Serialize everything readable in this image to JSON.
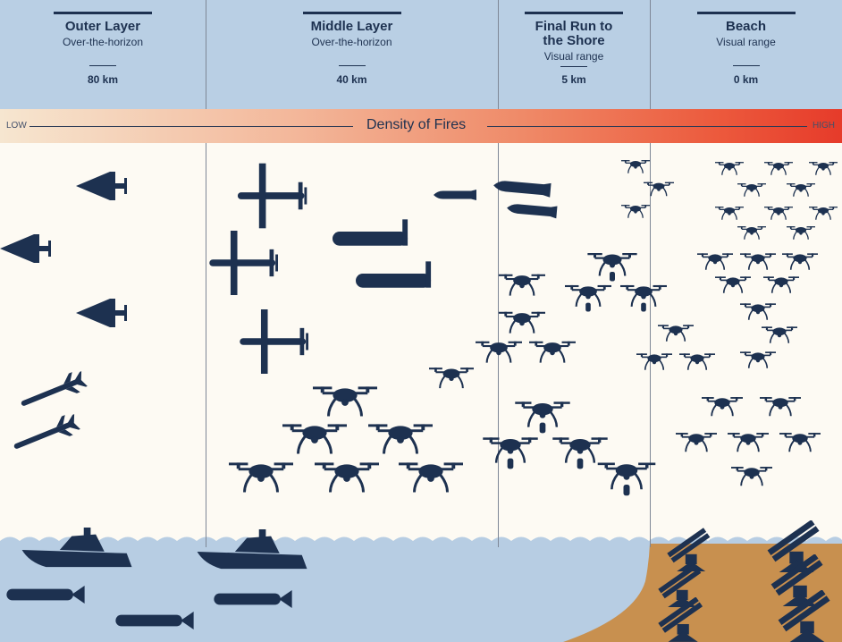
{
  "columns": [
    {
      "title": "Outer Layer",
      "subtitle": "Over-the-horizon",
      "distance": "80 km"
    },
    {
      "title": "Middle Layer",
      "subtitle": "Over-the-horizon",
      "distance": "40 km"
    },
    {
      "title": "Final Run to the Shore",
      "title_line1": "Final Run to",
      "title_line2": "the Shore",
      "subtitle": "Visual range",
      "distance": "5 km"
    },
    {
      "title": "Beach",
      "subtitle": "Visual range",
      "distance": "0 km"
    }
  ],
  "density": {
    "title": "Density of Fires",
    "low_label": "LOW",
    "high_label": "HIGH"
  },
  "colors": {
    "header_bg": "#b9cfe4",
    "navy": "#1d3150",
    "sea": "#b7cde3",
    "sand": "#c8904f",
    "background": "#fdfaf3",
    "density_low": "#f6e6d0",
    "density_high": "#e63b2a"
  },
  "icons": [
    "delta-wing-drone-icon",
    "fixed-wing-drone-icon",
    "cruise-missile-icon",
    "quadcopter-drone-icon",
    "attack-boat-icon",
    "torpedo-icon",
    "rocket-launcher-icon"
  ]
}
